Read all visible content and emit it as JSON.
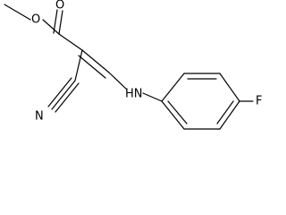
{
  "molecule": {
    "atoms": {
      "ester_oxygen": "O",
      "carbonyl_oxygen": "O",
      "nitrile_nitrogen": "N",
      "amine": "HN",
      "fluorine": "F"
    }
  }
}
